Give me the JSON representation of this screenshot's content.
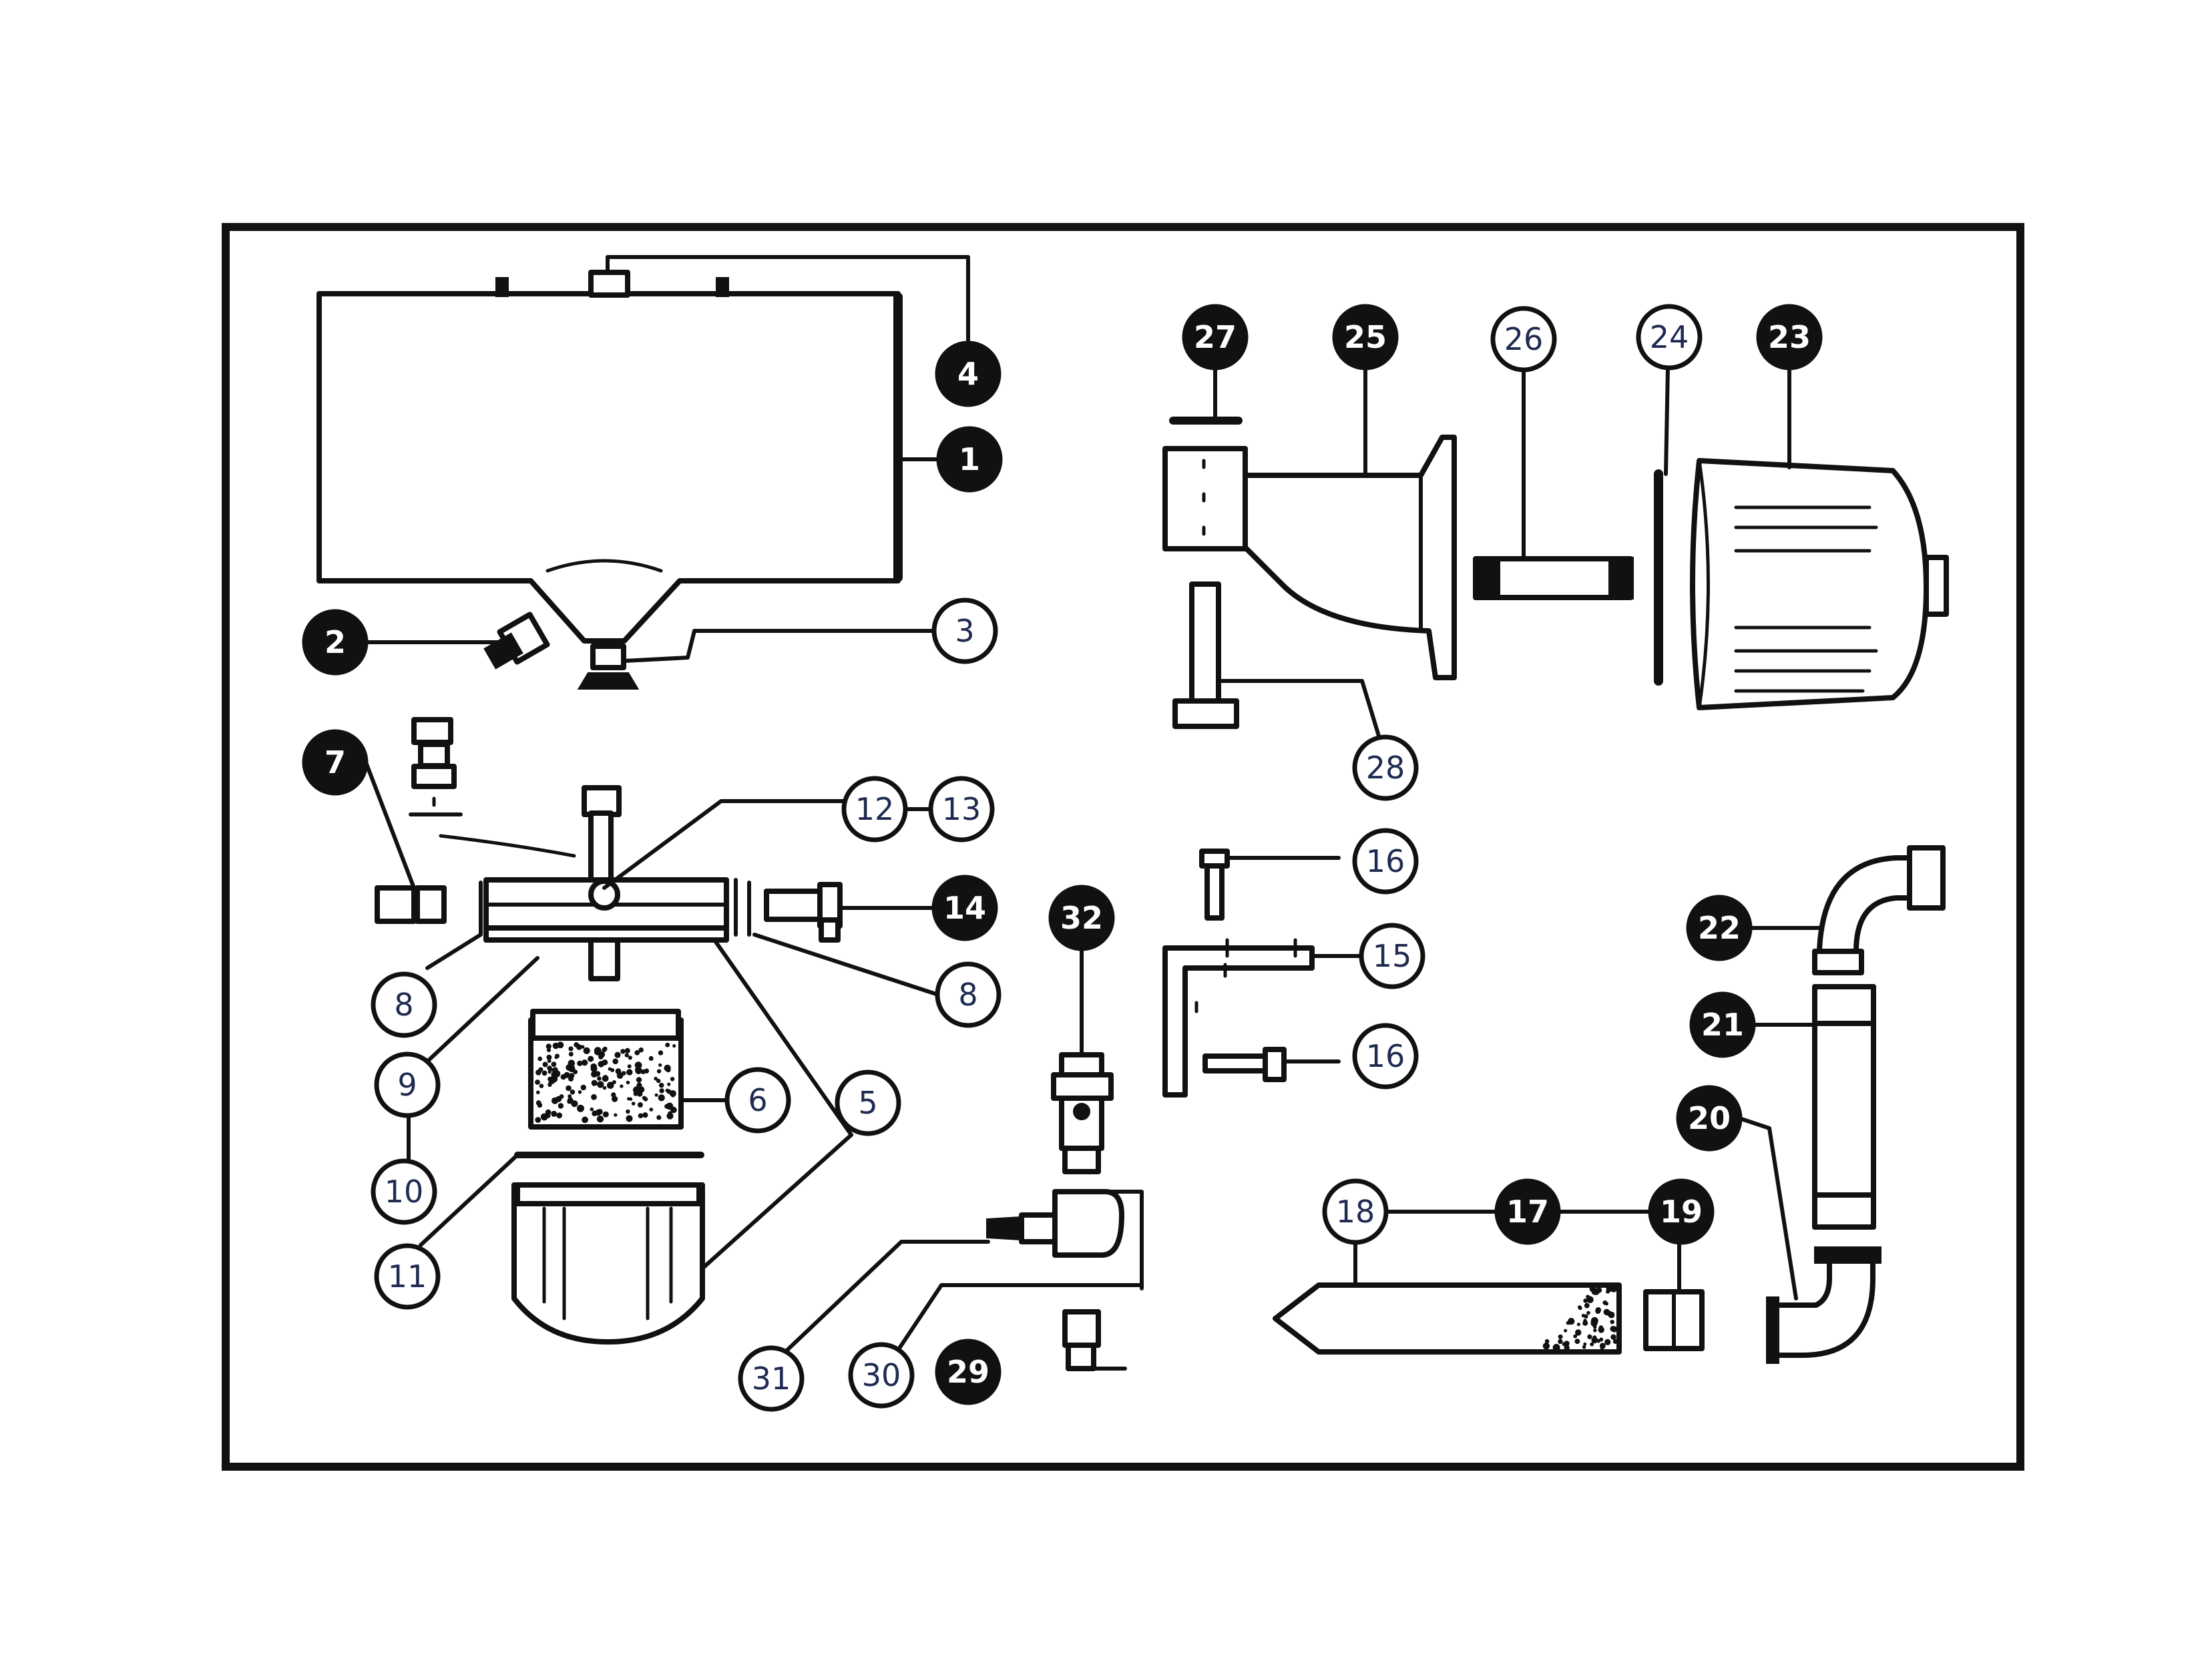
{
  "callouts": [
    {
      "id": "c4",
      "label": "4",
      "style": "dark"
    },
    {
      "id": "c1",
      "label": "1",
      "style": "dark"
    },
    {
      "id": "c2",
      "label": "2",
      "style": "dark"
    },
    {
      "id": "c3",
      "label": "3",
      "style": "light"
    },
    {
      "id": "c27",
      "label": "27",
      "style": "dark"
    },
    {
      "id": "c25",
      "label": "25",
      "style": "dark"
    },
    {
      "id": "c26",
      "label": "26",
      "style": "light"
    },
    {
      "id": "c24",
      "label": "24",
      "style": "light"
    },
    {
      "id": "c23",
      "label": "23",
      "style": "dark"
    },
    {
      "id": "c28",
      "label": "28",
      "style": "light"
    },
    {
      "id": "c7",
      "label": "7",
      "style": "dark"
    },
    {
      "id": "c12",
      "label": "12",
      "style": "light"
    },
    {
      "id": "c13",
      "label": "13",
      "style": "light"
    },
    {
      "id": "c14",
      "label": "14",
      "style": "dark"
    },
    {
      "id": "c8a",
      "label": "8",
      "style": "light"
    },
    {
      "id": "c8b",
      "label": "8",
      "style": "light"
    },
    {
      "id": "c9",
      "label": "9",
      "style": "light"
    },
    {
      "id": "c6",
      "label": "6",
      "style": "light"
    },
    {
      "id": "c5",
      "label": "5",
      "style": "light"
    },
    {
      "id": "c10",
      "label": "10",
      "style": "light"
    },
    {
      "id": "c11",
      "label": "11",
      "style": "light"
    },
    {
      "id": "c32",
      "label": "32",
      "style": "dark"
    },
    {
      "id": "c31",
      "label": "31",
      "style": "light"
    },
    {
      "id": "c30",
      "label": "30",
      "style": "light"
    },
    {
      "id": "c29",
      "label": "29",
      "style": "dark"
    },
    {
      "id": "c16a",
      "label": "16",
      "style": "light"
    },
    {
      "id": "c15",
      "label": "15",
      "style": "light"
    },
    {
      "id": "c16b",
      "label": "16",
      "style": "light"
    },
    {
      "id": "c22",
      "label": "22",
      "style": "dark"
    },
    {
      "id": "c21",
      "label": "21",
      "style": "dark"
    },
    {
      "id": "c20",
      "label": "20",
      "style": "dark"
    },
    {
      "id": "c18",
      "label": "18",
      "style": "light"
    },
    {
      "id": "c17",
      "label": "17",
      "style": "dark"
    },
    {
      "id": "c19",
      "label": "19",
      "style": "dark"
    }
  ]
}
